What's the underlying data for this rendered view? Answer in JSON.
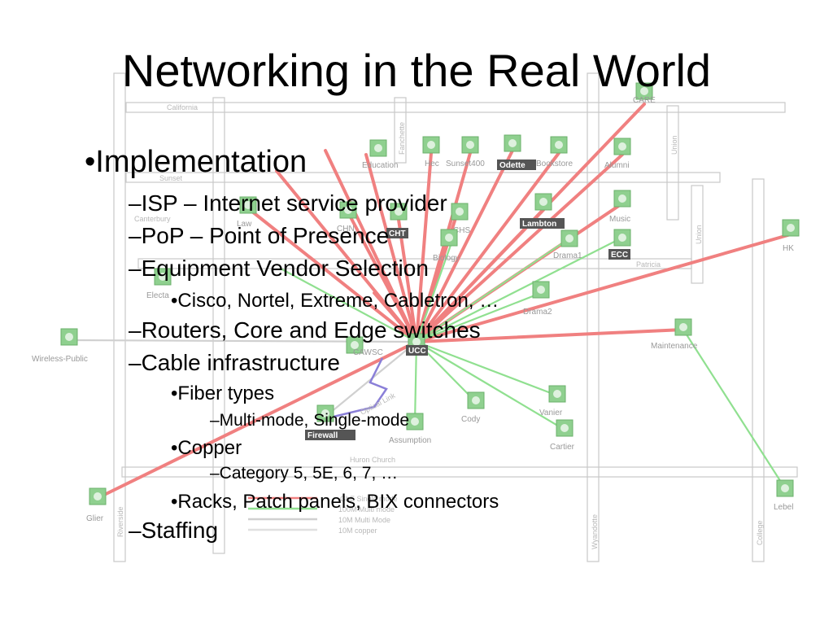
{
  "slide": {
    "title": "Networking in the Real World",
    "bullets": [
      {
        "level": 1,
        "text": "•Implementation"
      },
      {
        "level": 2,
        "text": "–ISP – Internet service provider"
      },
      {
        "level": 2,
        "text": "–PoP – Point of Presence"
      },
      {
        "level": 2,
        "text": "–Equipment Vendor Selection"
      },
      {
        "level": 3,
        "text": "•Cisco, Nortel, Extreme, Cabletron, …"
      },
      {
        "level": 2,
        "text": "–Routers, Core and Edge switches"
      },
      {
        "level": 2,
        "text": "–Cable infrastructure"
      },
      {
        "level": 3,
        "text": "•Fiber types"
      },
      {
        "level": 4,
        "text": "–Multi-mode, Single-mode"
      },
      {
        "level": 3,
        "text": "•Copper"
      },
      {
        "level": 4,
        "text": "–Category 5, 5E, 6, 7, …"
      },
      {
        "level": 3,
        "text": "•Racks, Patch panels, BIX connectors"
      },
      {
        "level": 2,
        "text": "–Staffing"
      }
    ]
  },
  "map": {
    "streets": [
      "California",
      "Sunset",
      "Canterbury",
      "Patricia",
      "Huron Church",
      "Riverside",
      "Wyandotte",
      "College",
      "Union",
      "Union",
      "Fanchette"
    ],
    "nodes": [
      {
        "label": "CARE"
      },
      {
        "label": "Hec"
      },
      {
        "label": "Sunset400"
      },
      {
        "label": "Odette",
        "tag": true
      },
      {
        "label": "Bookstore"
      },
      {
        "label": "Alumni"
      },
      {
        "label": "Law"
      },
      {
        "label": "CHN"
      },
      {
        "label": "CHT",
        "tag": true
      },
      {
        "label": "CHS"
      },
      {
        "label": "Lambton",
        "tag": true
      },
      {
        "label": "Music"
      },
      {
        "label": "ECC",
        "tag": true
      },
      {
        "label": "HK"
      },
      {
        "label": "Drama1"
      },
      {
        "label": "Biology"
      },
      {
        "label": "Electa"
      },
      {
        "label": "Drama2"
      },
      {
        "label": "Maintenance"
      },
      {
        "label": "Wireless-Public"
      },
      {
        "label": "CAWSC"
      },
      {
        "label": "UCC",
        "tag": true
      },
      {
        "label": "Cody"
      },
      {
        "label": "Vanier"
      },
      {
        "label": "Cartier"
      },
      {
        "label": "Firewall",
        "tag": true
      },
      {
        "label": "Assumption"
      },
      {
        "label": "Glier"
      },
      {
        "label": "Lebel"
      },
      {
        "label": "Education"
      }
    ],
    "legend": [
      {
        "label": "GbE Single mode",
        "color": "#f08080"
      },
      {
        "label": "100M Multi mode",
        "color": "#90e090"
      },
      {
        "label": "10M Multi Mode",
        "color": "#d0d0d0"
      },
      {
        "label": "10M copper",
        "color": "#e0e0e0"
      }
    ],
    "link_label": "Optical Link",
    "colors": {
      "gbe": "#f08080",
      "fast": "#90e090",
      "slow": "#d0d0d0",
      "node": "#8fd08f",
      "street": "#c8c8c8",
      "tag": "#555555"
    }
  }
}
